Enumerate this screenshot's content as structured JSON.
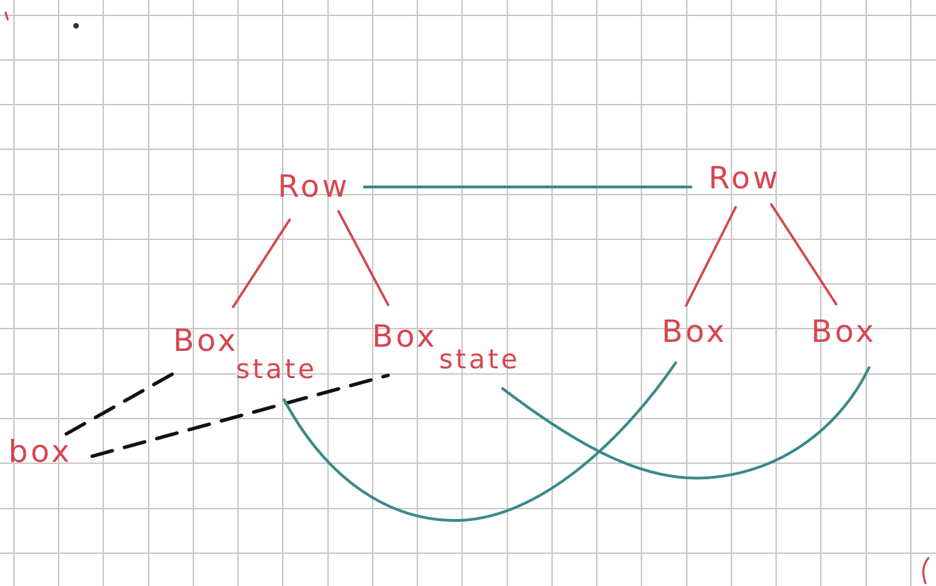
{
  "colors": {
    "grid": "#c8c8c8",
    "background": "#ffffff",
    "label": "#d64550",
    "teal": "#3a8a8a",
    "dashed": "#111111"
  },
  "labels": {
    "row_left": "Row",
    "row_right": "Row",
    "box_1": "Box",
    "box_2": "Box",
    "box_3": "Box",
    "box_4": "Box",
    "state_1": "state",
    "state_2": "state",
    "box_lower": "box"
  }
}
